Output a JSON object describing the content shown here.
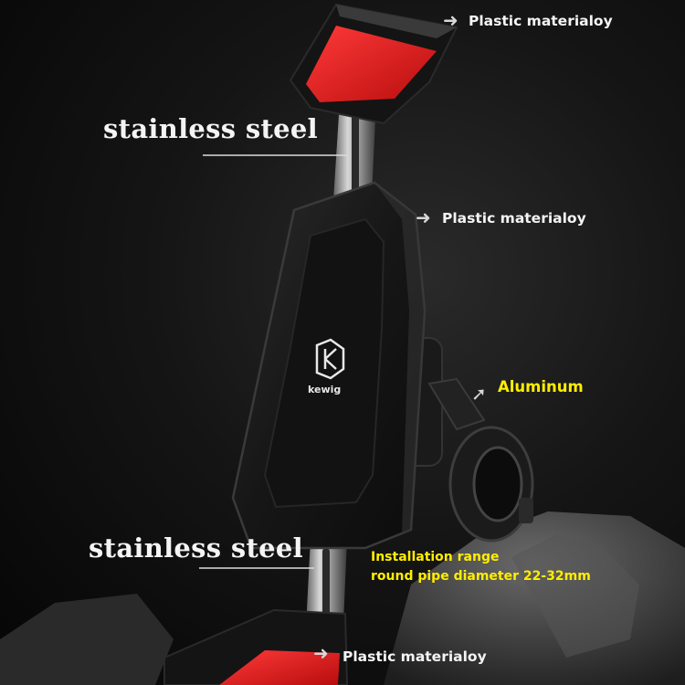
{
  "labels": {
    "plastic_top": "Plastic materialoy",
    "plastic_mid": "Plastic materialoy",
    "plastic_bottom": "Plastic materialoy",
    "steel_top": "stainless steel",
    "steel_bottom": "stainless steel",
    "aluminum": "Aluminum",
    "install_line1": "Installation range",
    "install_line2": "round pipe diameter 22-32mm"
  },
  "logo": {
    "brand": "kewig"
  },
  "colors": {
    "accent_red": "#e01a1a",
    "label_white": "#f4f4f4",
    "label_yellow": "#ffee00",
    "body_black": "#141414"
  }
}
